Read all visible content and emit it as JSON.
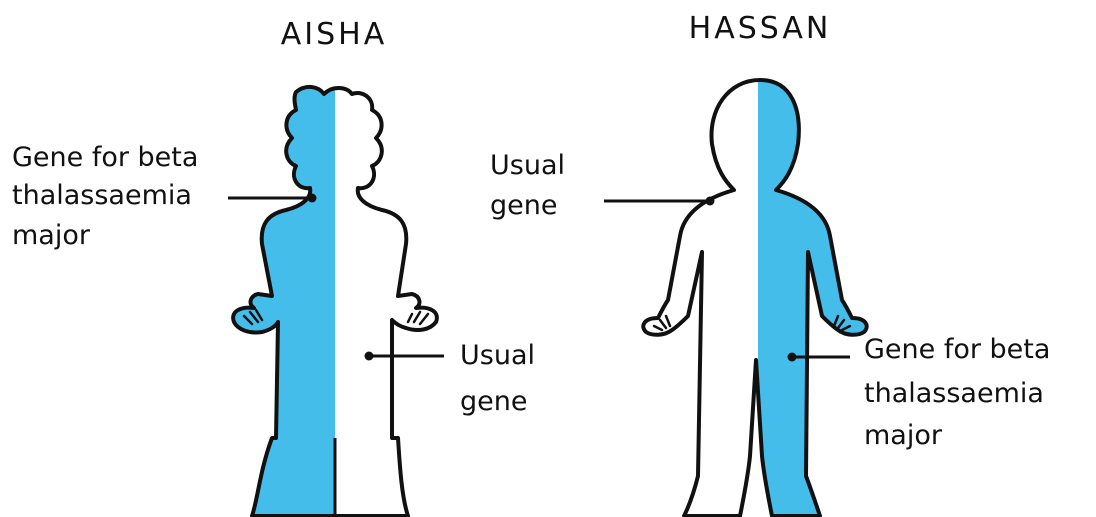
{
  "colors": {
    "carrier_fill": "#45bdea",
    "usual_fill": "#ffffff",
    "outline": "#111111"
  },
  "people": [
    {
      "name": "AISHA",
      "labels": [
        {
          "lines": [
            "Gene for beta",
            "thalassaemia",
            "major"
          ],
          "refers_to": "carrier-half"
        },
        {
          "lines": [
            "Usual",
            "gene"
          ],
          "refers_to": "usual-half"
        }
      ]
    },
    {
      "name": "HASSAN",
      "labels": [
        {
          "lines": [
            "Usual",
            "gene"
          ],
          "refers_to": "usual-half"
        },
        {
          "lines": [
            "Gene for beta",
            "thalassaemia",
            "major"
          ],
          "refers_to": "carrier-half"
        }
      ]
    }
  ]
}
